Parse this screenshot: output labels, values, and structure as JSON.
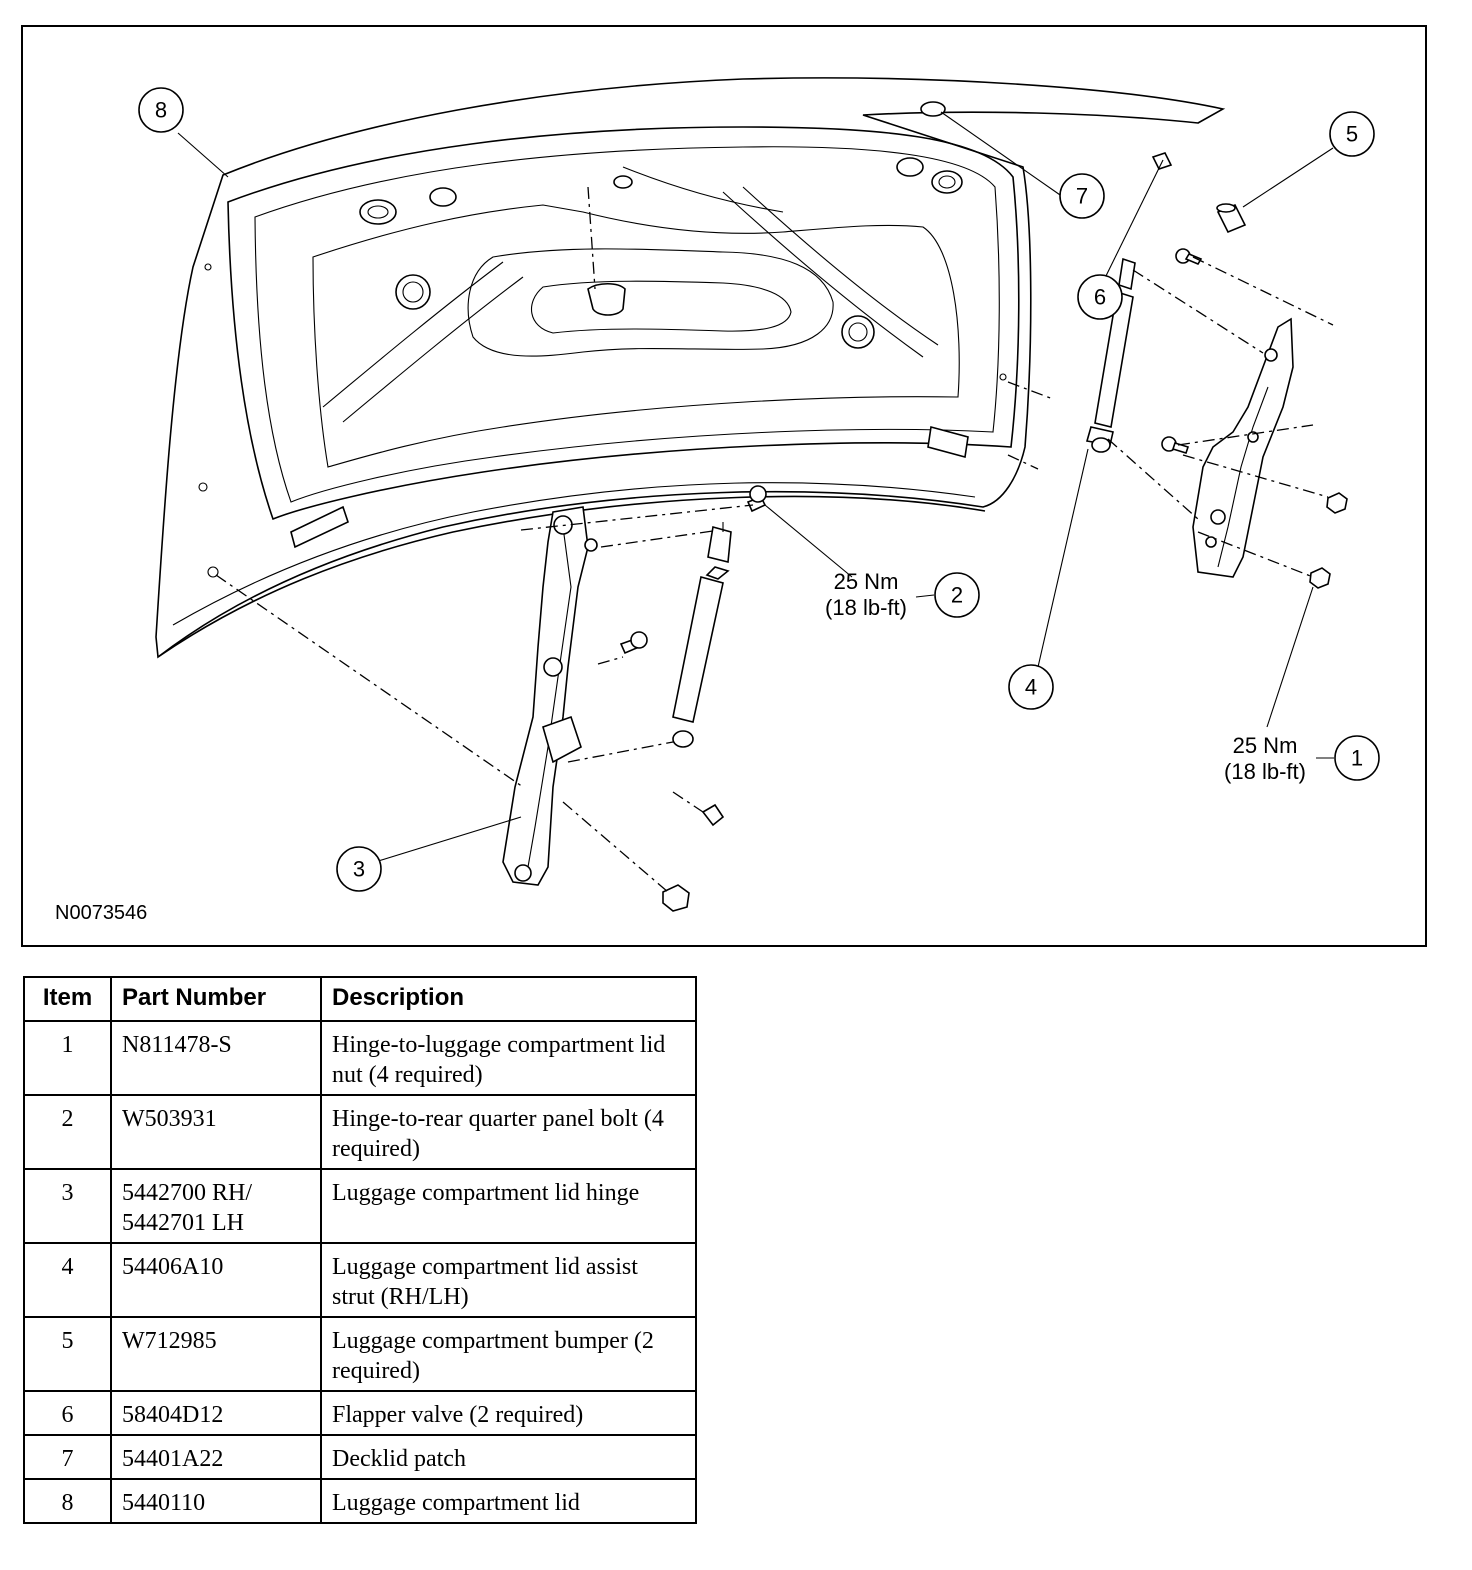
{
  "figure": {
    "id": "N0073546",
    "callouts": [
      {
        "num": "1"
      },
      {
        "num": "2"
      },
      {
        "num": "3"
      },
      {
        "num": "4"
      },
      {
        "num": "5"
      },
      {
        "num": "6"
      },
      {
        "num": "7"
      },
      {
        "num": "8"
      }
    ],
    "torque_specs": [
      {
        "metric": "25 Nm",
        "imperial": "(18 lb-ft)",
        "callout": "2"
      },
      {
        "metric": "25 Nm",
        "imperial": "(18 lb-ft)",
        "callout": "1"
      }
    ]
  },
  "table": {
    "headers": [
      "Item",
      "Part Number",
      "Description"
    ],
    "rows": [
      {
        "item": "1",
        "part_number": "N811478-S",
        "description": "Hinge-to-luggage compartment lid nut (4 required)"
      },
      {
        "item": "2",
        "part_number": "W503931",
        "description": "Hinge-to-rear quarter panel bolt (4 required)"
      },
      {
        "item": "3",
        "part_number": "5442700 RH/ 5442701 LH",
        "description": "Luggage compartment lid hinge"
      },
      {
        "item": "4",
        "part_number": "54406A10",
        "description": "Luggage compartment lid assist strut (RH/LH)"
      },
      {
        "item": "5",
        "part_number": "W712985",
        "description": "Luggage compartment bumper (2 required)"
      },
      {
        "item": "6",
        "part_number": "58404D12",
        "description": "Flapper valve (2 required)"
      },
      {
        "item": "7",
        "part_number": "54401A22",
        "description": "Decklid patch"
      },
      {
        "item": "8",
        "part_number": "5440110",
        "description": "Luggage compartment lid"
      }
    ]
  }
}
